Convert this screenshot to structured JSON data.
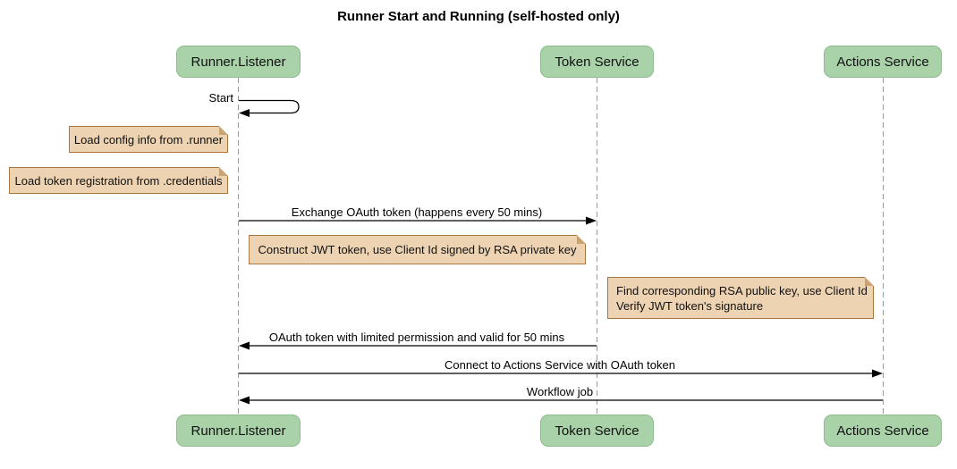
{
  "diagram": {
    "type": "sequence",
    "title": "Runner Start and Running (self-hosted only)"
  },
  "participants": [
    {
      "label": "Runner.Listener"
    },
    {
      "label": "Token Service"
    },
    {
      "label": "Actions Service"
    }
  ],
  "messages": [
    {
      "label": "Start",
      "from": "Runner.Listener",
      "to": "Runner.Listener",
      "kind": "self"
    },
    {
      "label": "Exchange OAuth token (happens every 50 mins)",
      "from": "Runner.Listener",
      "to": "Token Service",
      "kind": "solid-arrow"
    },
    {
      "label": "OAuth token with limited permission and valid for 50 mins",
      "from": "Token Service",
      "to": "Runner.Listener",
      "kind": "solid-arrow"
    },
    {
      "label": "Connect to Actions Service with OAuth token",
      "from": "Runner.Listener",
      "to": "Actions Service",
      "kind": "solid-arrow"
    },
    {
      "label": "Workflow job",
      "from": "Actions Service",
      "to": "Runner.Listener",
      "kind": "solid-arrow"
    }
  ],
  "notes": [
    {
      "text": "Load config info from .runner",
      "position": "left of Runner.Listener"
    },
    {
      "text": "Load token registration from .credentials",
      "position": "left of Runner.Listener"
    },
    {
      "text": "Construct JWT token, use Client Id signed by RSA private key",
      "position": "over Runner.Listener and Token Service"
    },
    {
      "text": "Find corresponding RSA public key, use Client Id\nVerify JWT token's signature",
      "position": "over Token Service and Actions Service"
    }
  ],
  "colors": {
    "background": "#FFFFFF",
    "participant_fill": "#A9D2A9",
    "participant_border": "#8CBA8C",
    "note_fill": "#EDD3B2",
    "note_border": "#A9763F",
    "lifeline": "#999999",
    "arrow": "#000000",
    "text": "#111111"
  }
}
